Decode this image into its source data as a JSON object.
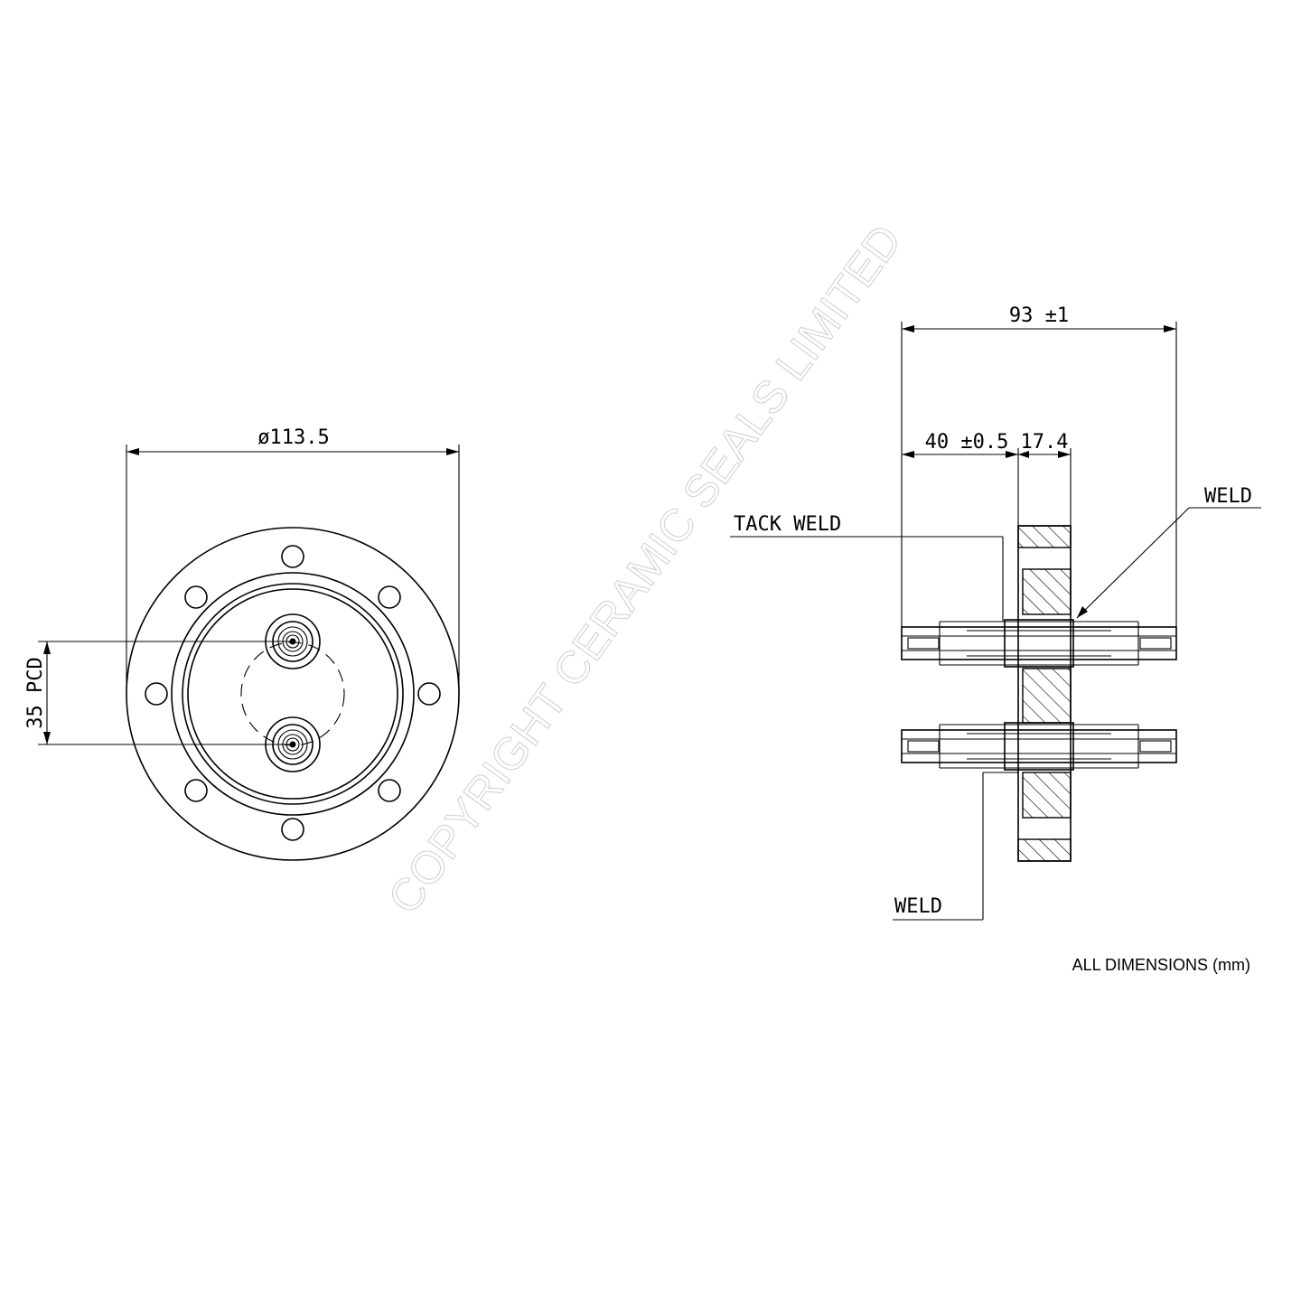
{
  "watermark": "COPYRIGHT CERAMIC SEALS LIMITED",
  "front_view": {
    "diameter_label": "ø113.5",
    "pcd_label": "35 PCD"
  },
  "side_view": {
    "overall_length": "93 ±1",
    "inner_length": "40 ±0.5",
    "flange_thickness": "17.4",
    "callouts": {
      "tack_weld": "TACK WELD",
      "weld_top": "WELD",
      "weld_bottom": "WELD"
    }
  },
  "footer": {
    "units_note": "ALL DIMENSIONS (mm)"
  }
}
